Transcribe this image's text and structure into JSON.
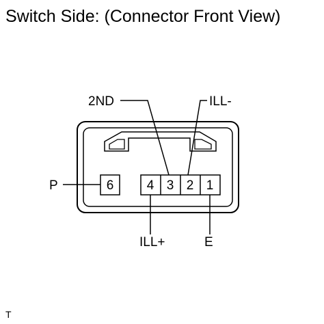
{
  "title": "Switch Side: (Connector Front View)",
  "corner_mark": "T",
  "pins": {
    "p6": "6",
    "p4": "4",
    "p3": "3",
    "p2": "2",
    "p1": "1"
  },
  "callouts": {
    "p": "P",
    "second": "2ND",
    "ill_minus": "ILL-",
    "ill_plus": "ILL+",
    "e": "E"
  }
}
